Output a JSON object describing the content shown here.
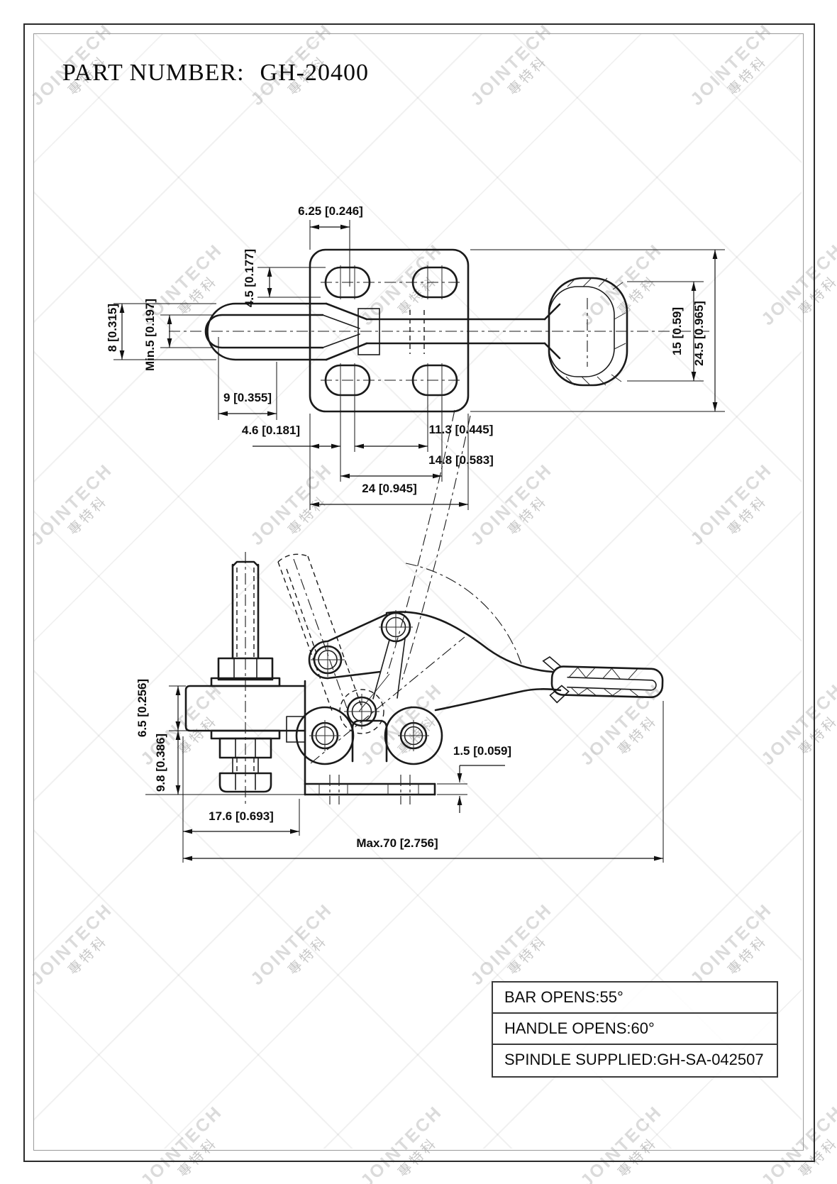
{
  "page": {
    "title_label": "PART NUMBER:",
    "title_value": "GH-20400"
  },
  "watermark": {
    "brand": "JOINTECH",
    "cn": "專特科"
  },
  "colors": {
    "line": "#1a1a1a",
    "watermark": "#bfbfbf",
    "background": "#ffffff"
  },
  "top_view": {
    "dims": {
      "hole_pitch": "6.25 [0.246]",
      "slot_width": "4.5 [0.177]",
      "eye_outer": "8 [0.315]",
      "eye_inner": "Min.5 [0.197]",
      "eye_depth": "9 [0.355]",
      "edge_to_hole": "4.6 [0.181]",
      "inner_span": "11.3 [0.445]",
      "outer_span": "14.8 [0.583]",
      "base_width": "24 [0.945]",
      "grip_width": "15 [0.59]",
      "overall_width": "24.5 [0.965]"
    }
  },
  "side_view": {
    "dims": {
      "bar_thickness": "6.5 [0.256]",
      "under_bar": "9.8 [0.386]",
      "spindle_offset": "17.6 [0.693]",
      "base_thickness": "1.5 [0.059]",
      "overall_length": "Max.70 [2.756]"
    }
  },
  "spec_table": {
    "rows": [
      "BAR OPENS:55°",
      "HANDLE OPENS:60°",
      "SPINDLE SUPPLIED:GH-SA-042507"
    ]
  }
}
